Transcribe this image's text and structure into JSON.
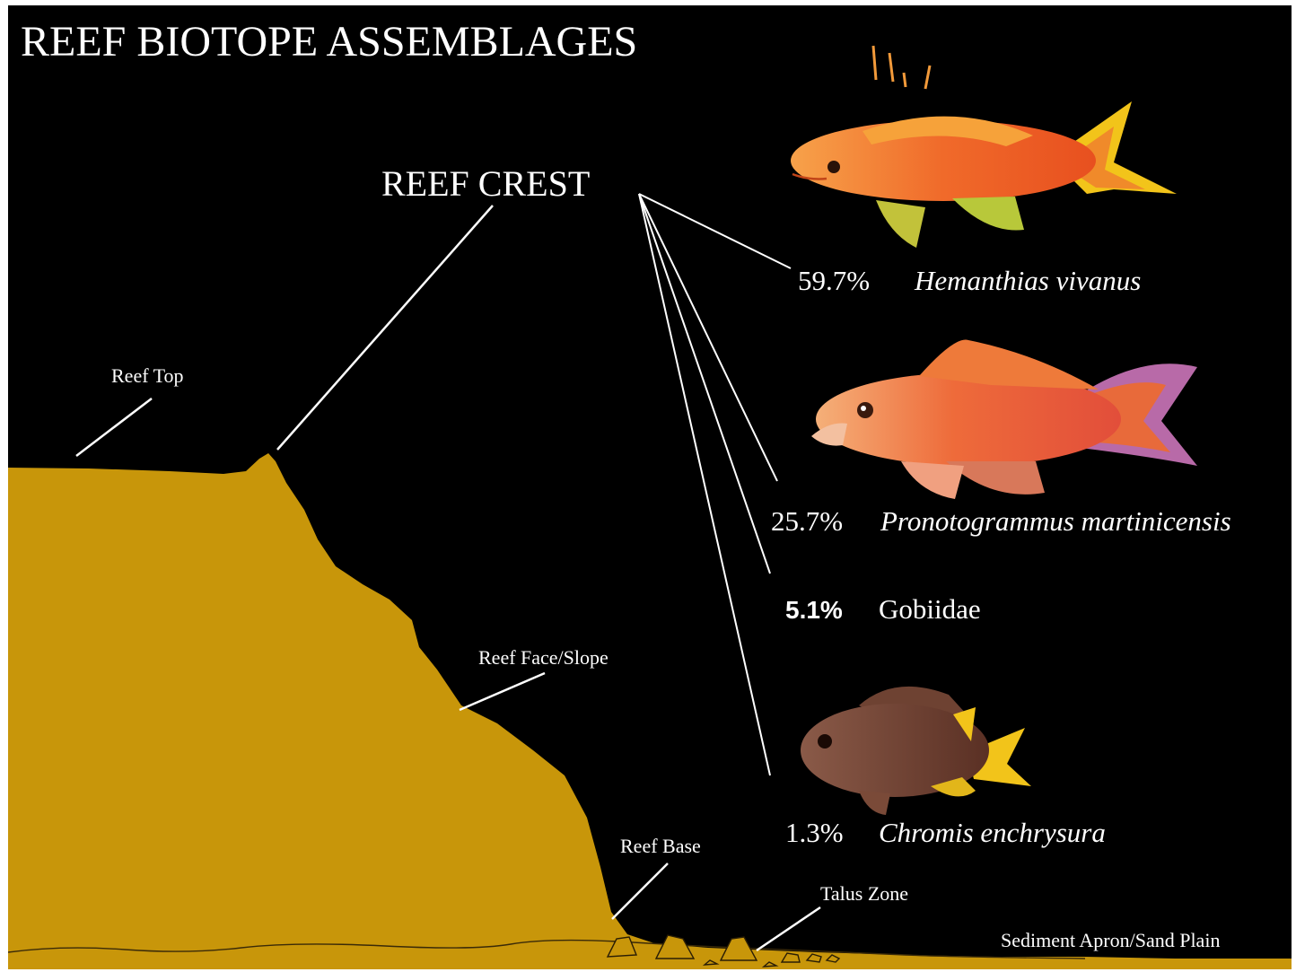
{
  "title": "REEF BIOTOPE ASSEMBLAGES",
  "highlight_zone": "REEF CREST",
  "zones": {
    "reef_top": "Reef Top",
    "reef_face_slope": "Reef Face/Slope",
    "reef_base": "Reef Base",
    "talus_zone": "Talus Zone",
    "sediment_apron": "Sediment Apron/Sand Plain"
  },
  "assemblage": [
    {
      "percent": "59.7%",
      "percent_value": 59.7,
      "taxon": "Hemanthias vivanus",
      "italic": true,
      "fish_icon": "anthias-fish-icon"
    },
    {
      "percent": "25.7%",
      "percent_value": 25.7,
      "taxon": "Pronotogrammus martinicensis",
      "italic": true,
      "fish_icon": "anthias-fish-icon"
    },
    {
      "percent": "5.1%",
      "percent_value": 5.1,
      "taxon": "Gobiidae",
      "italic": false
    },
    {
      "percent": "1.3%",
      "percent_value": 1.3,
      "taxon": "Chromis enchrysura",
      "italic": true,
      "fish_icon": "damselfish-icon"
    }
  ],
  "colors": {
    "background": "#000000",
    "reef": "#C8960A",
    "text": "#ffffff",
    "fish_orange": "#F06A2A",
    "fish_yellow": "#F2C41A",
    "fish_brown": "#6B3A2A"
  }
}
